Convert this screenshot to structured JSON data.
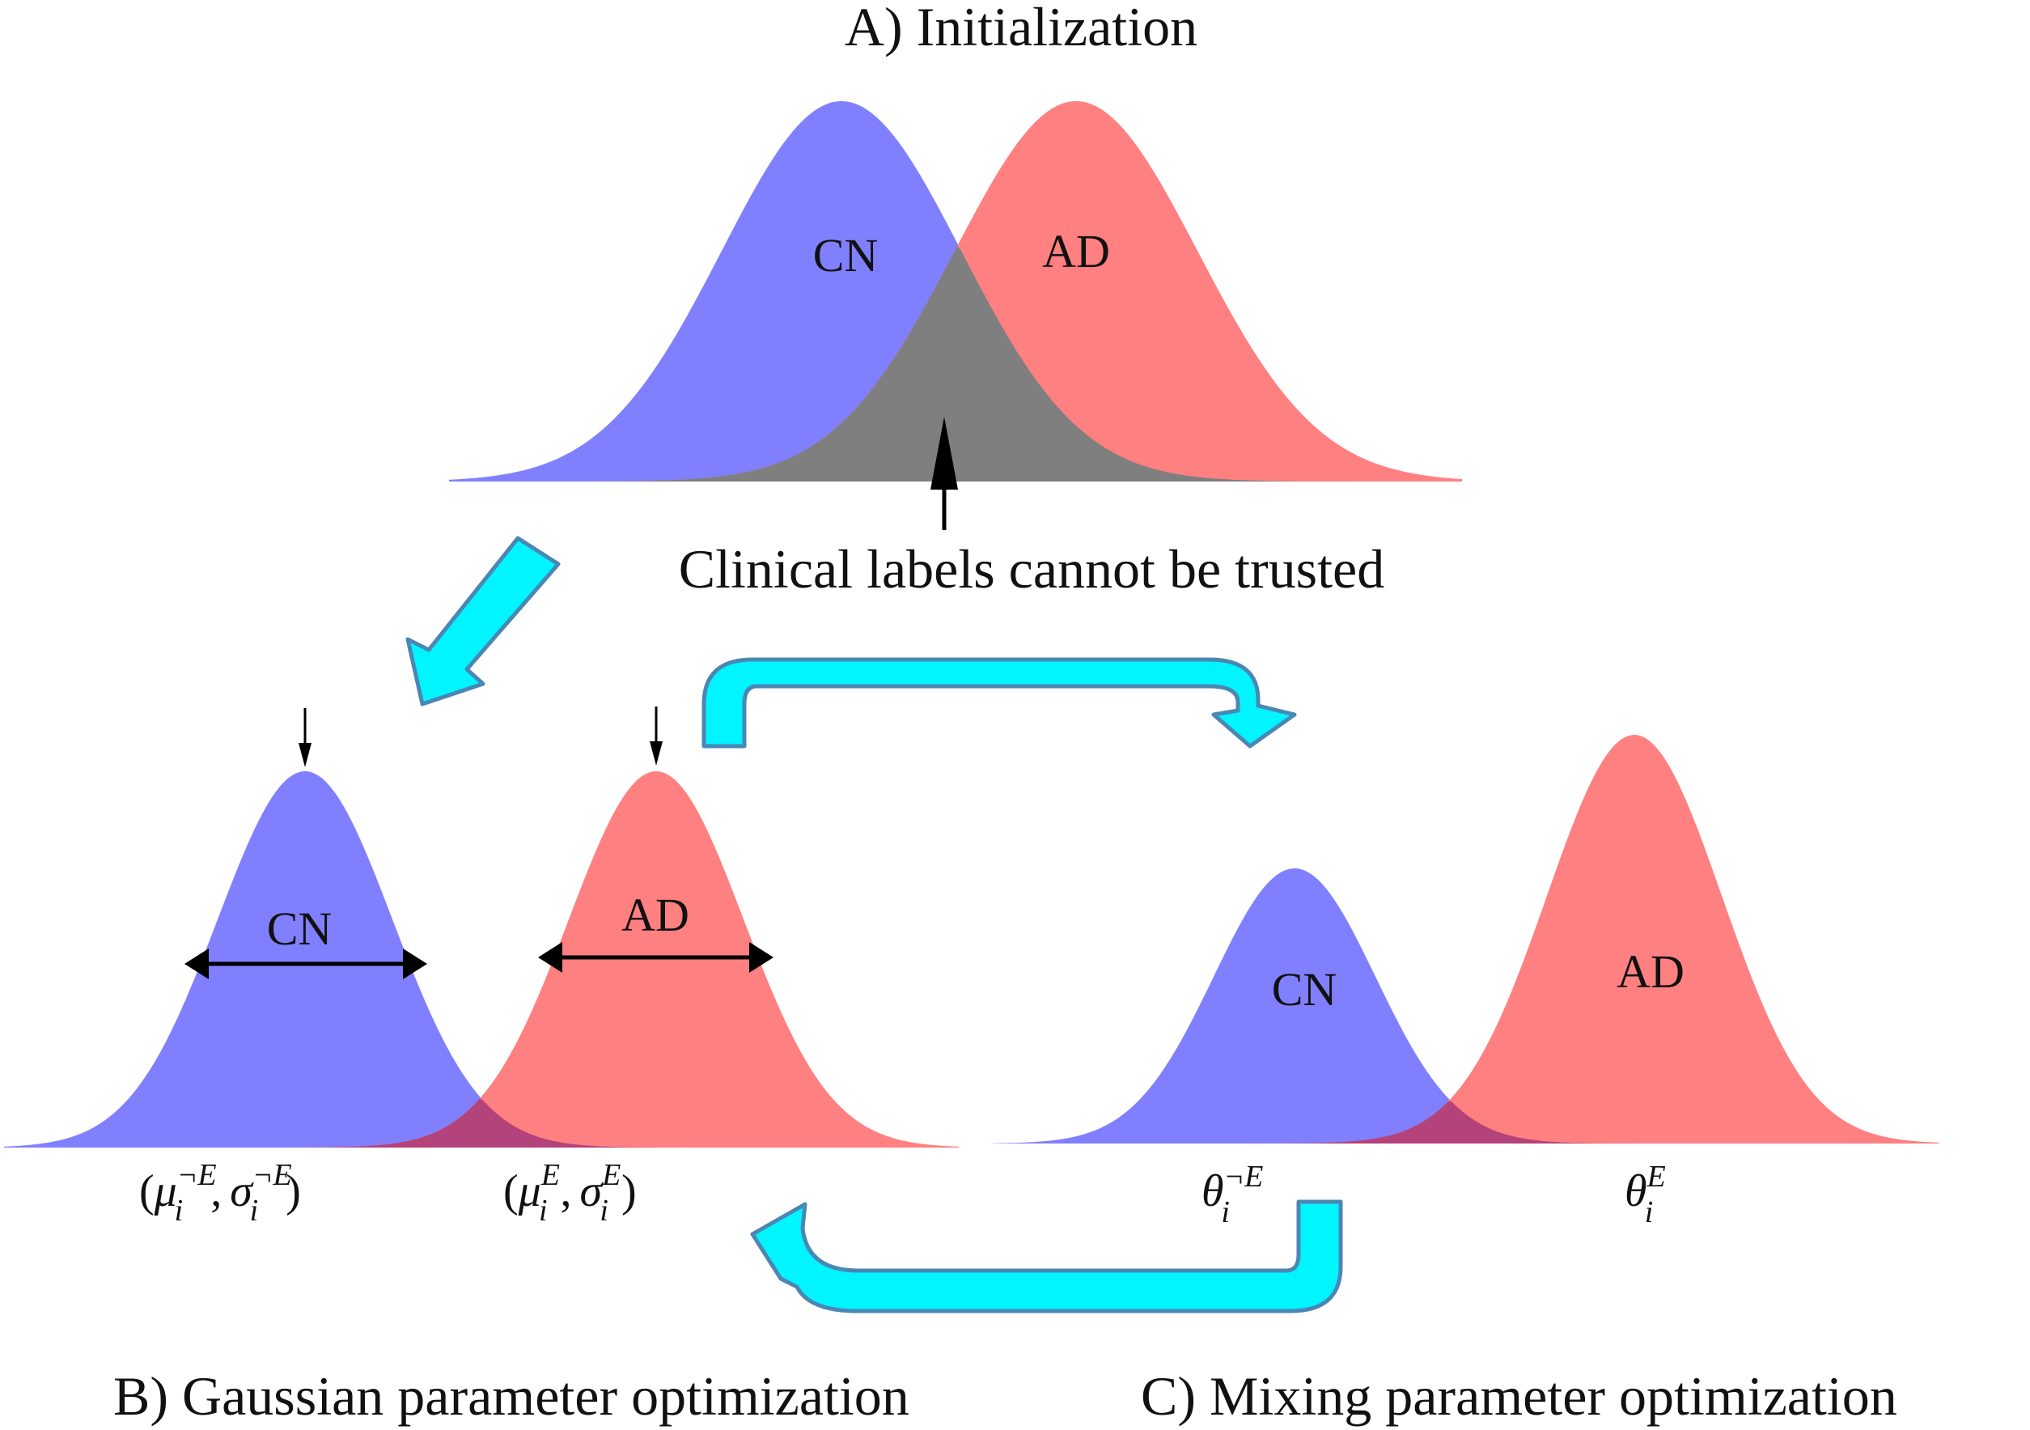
{
  "colors": {
    "cn": "#8080ff",
    "ad": "#ff8080",
    "overlap_init": "#7f7f7f",
    "overlap_tail": "#b3437a",
    "arrow": "#00f5ff",
    "arrow_edge": "#4a87b5"
  },
  "panel_a": {
    "title": "A) Initialization",
    "cn_label": "CN",
    "ad_label": "AD",
    "note": "Clinical labels cannot be trusted"
  },
  "panel_b": {
    "title": "B) Gaussian parameter optimization",
    "cn_label": "CN",
    "ad_label": "AD",
    "cn_param": {
      "open": "(",
      "mu": "μ",
      "mu_sub": "i",
      "mu_sup": "¬E",
      "comma": ",",
      "sigma": "σ",
      "sigma_sub": "i",
      "sigma_sup": "¬E",
      "close": ")"
    },
    "ad_param": {
      "open": "(",
      "mu": "μ",
      "mu_sub": "i",
      "mu_sup": "E",
      "comma": ",",
      "sigma": "σ",
      "sigma_sub": "i",
      "sigma_sup": "E",
      "close": ")"
    }
  },
  "panel_c": {
    "title": "C) Mixing parameter optimization",
    "cn_label": "CN",
    "ad_label": "AD",
    "cn_param": {
      "theta": "θ",
      "sub": "i",
      "sup": "¬E"
    },
    "ad_param": {
      "theta": "θ",
      "sub": "i",
      "sup": "E"
    }
  }
}
